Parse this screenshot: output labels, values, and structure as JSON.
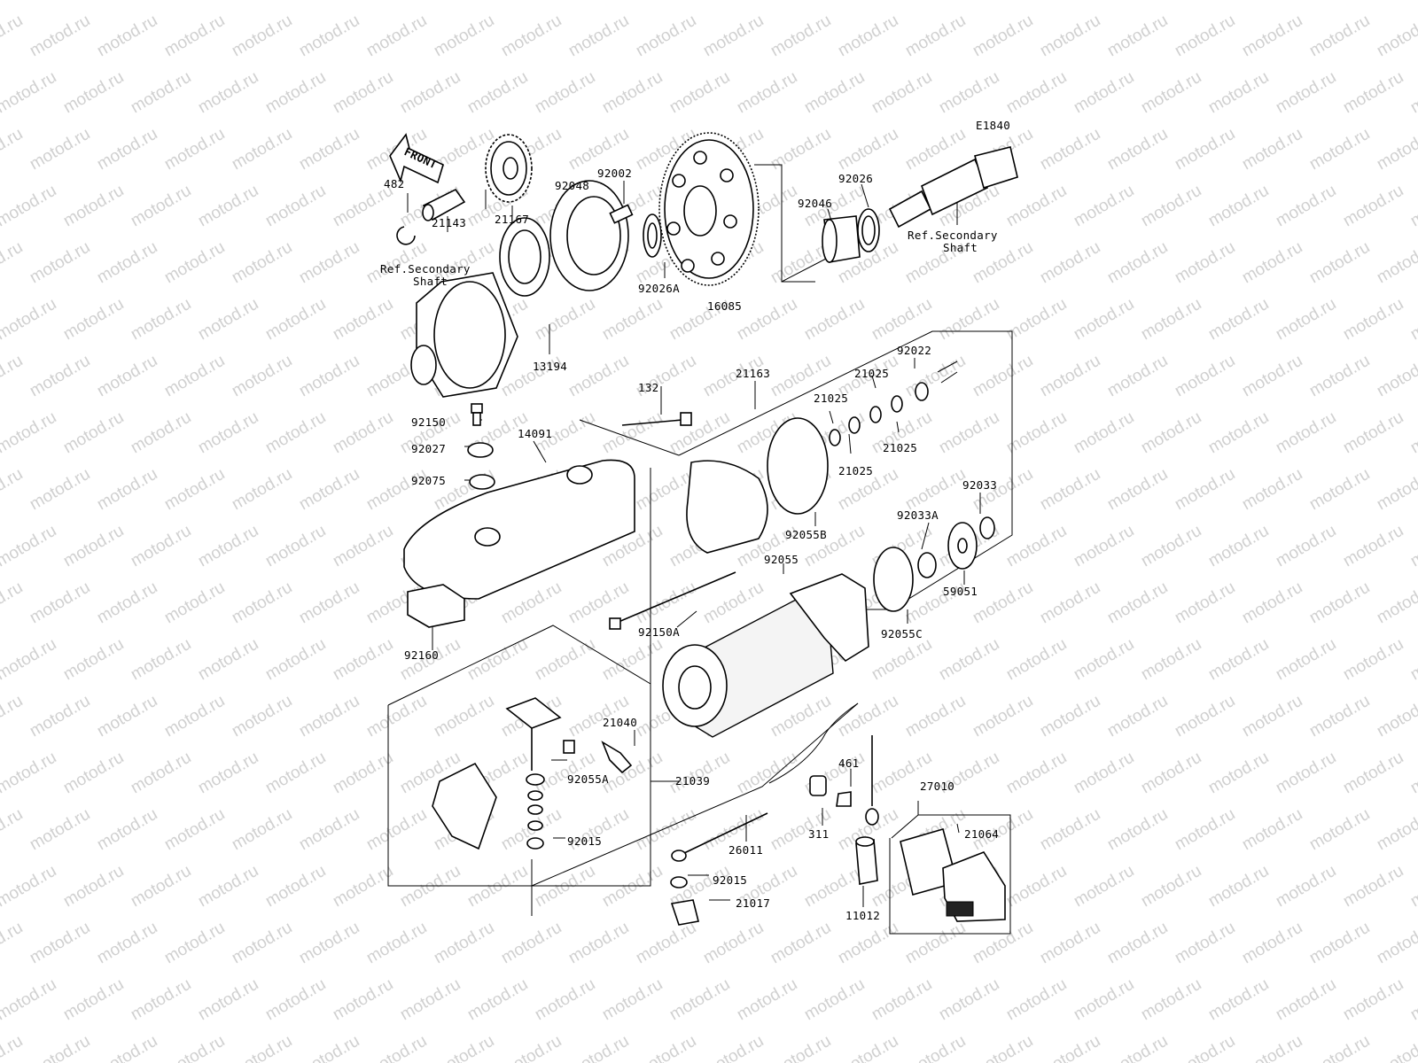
{
  "diagram": {
    "code": "E1840",
    "front_arrow": "FRONT",
    "watermark": "motod.ru",
    "refs": {
      "ref_top_left": [
        "Ref.Secondary",
        "Shaft"
      ],
      "ref_top_right": [
        "Ref.Secondary",
        "Shaft"
      ]
    },
    "labels": {
      "p482": "482",
      "p21143": "21143",
      "p21167": "21167",
      "p92048": "92048",
      "p92002": "92002",
      "p92026A": "92026A",
      "p16085": "16085",
      "p92046": "92046",
      "p92026": "92026",
      "p13194": "13194",
      "p92022": "92022",
      "p21163": "21163",
      "p21025a": "21025",
      "p21025b": "21025",
      "p21025c": "21025",
      "p21025d": "21025",
      "p132": "132",
      "p92150": "92150",
      "p92027": "92027",
      "p14091": "14091",
      "p92075": "92075",
      "p92055B": "92055B",
      "p92033": "92033",
      "p92033A": "92033A",
      "p59051": "59051",
      "p92055": "92055",
      "p92055C": "92055C",
      "p92150A": "92150A",
      "p92160": "92160",
      "p21040": "21040",
      "p92055A": "92055A",
      "p21039": "21039",
      "p92015a": "92015",
      "p461": "461",
      "p27010": "27010",
      "p311": "311",
      "p21064": "21064",
      "p26011": "26011",
      "p92015b": "92015",
      "p21017": "21017",
      "p11012": "11012"
    }
  }
}
